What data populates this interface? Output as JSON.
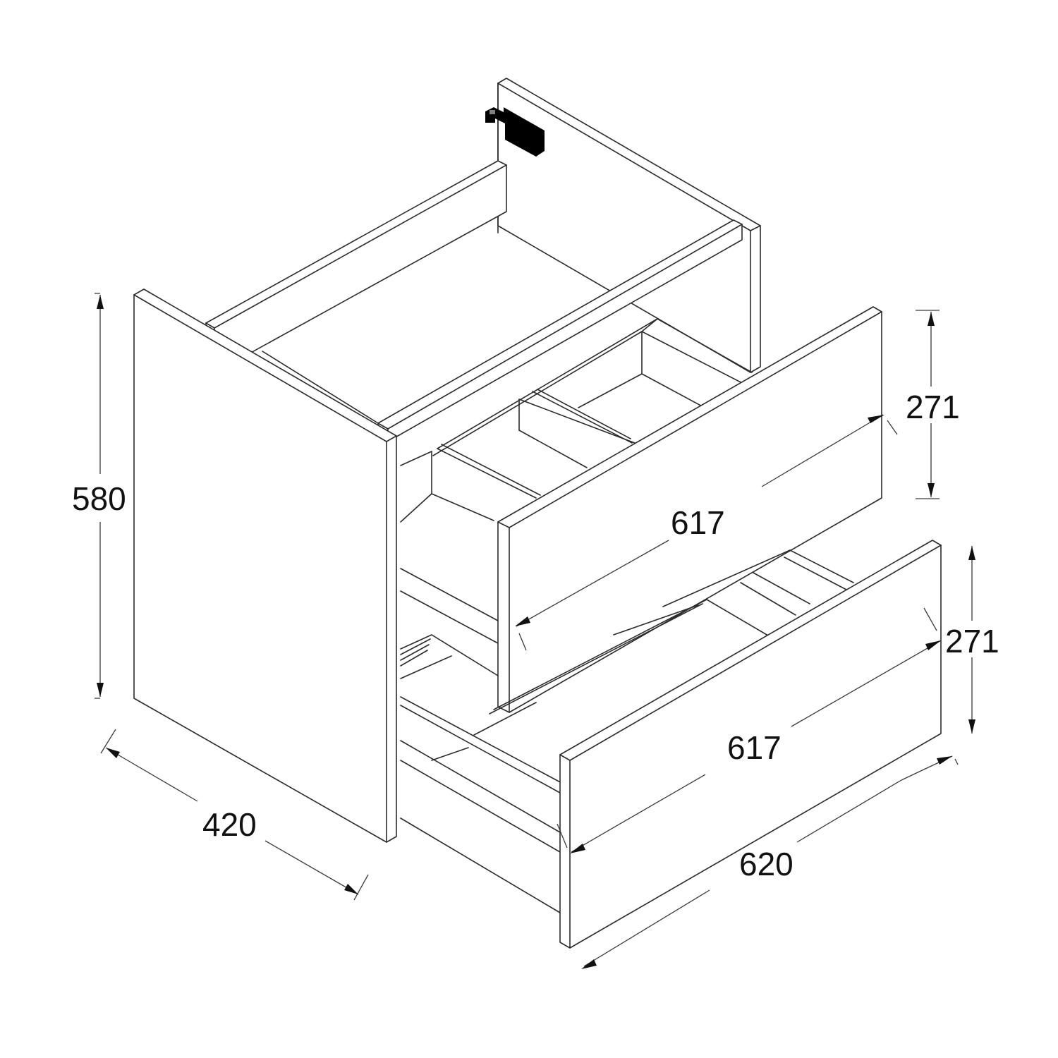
{
  "drawing": {
    "subject": "Wall-hung vanity cabinet with two drawers (isometric line drawing)",
    "units": "mm",
    "line_color": "#2b2b2b",
    "background": "#ffffff",
    "bracket_color": "#000000"
  },
  "dimensions": {
    "overall_height": {
      "label": "580",
      "value": 580,
      "orientation": "vertical"
    },
    "depth": {
      "label": "420",
      "value": 420,
      "orientation": "isometric-left"
    },
    "overall_width": {
      "label": "620",
      "value": 620,
      "orientation": "isometric-right"
    },
    "upper_drawer_front_width": {
      "label": "617",
      "value": 617,
      "orientation": "isometric-right"
    },
    "upper_drawer_front_height": {
      "label": "271",
      "value": 271,
      "orientation": "vertical"
    },
    "lower_drawer_front_width": {
      "label": "617",
      "value": 617,
      "orientation": "isometric-right"
    },
    "lower_drawer_front_height": {
      "label": "271",
      "value": 271,
      "orientation": "vertical"
    }
  },
  "components": [
    {
      "name": "left-side-panel"
    },
    {
      "name": "back-rail-top"
    },
    {
      "name": "right-side-panel"
    },
    {
      "name": "wall-mounting-bracket"
    },
    {
      "name": "upper-drawer"
    },
    {
      "name": "lower-drawer"
    },
    {
      "name": "drawer-slide-rail"
    }
  ]
}
